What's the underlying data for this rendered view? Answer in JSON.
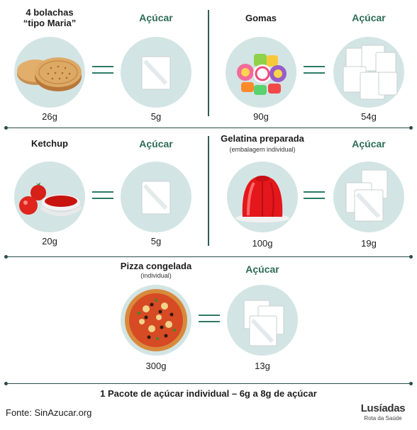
{
  "colors": {
    "circle_bg": "#d3e4e4",
    "accent_green": "#2c6b57",
    "divider": "#2a4d48"
  },
  "items": [
    {
      "food_label_line1": "4 bolachas",
      "food_label_line2": "“tipo Maria”",
      "food_icon": "biscuits-icon",
      "food_weight": "26g",
      "sugar_label": "Açúcar",
      "sugar_weight": "5g"
    },
    {
      "food_label_line1": "Gomas",
      "food_icon": "gummies-icon",
      "food_weight": "90g",
      "sugar_label": "Açúcar",
      "sugar_weight": "54g"
    },
    {
      "food_label_line1": "Ketchup",
      "food_icon": "ketchup-icon",
      "food_weight": "20g",
      "sugar_label": "Açúcar",
      "sugar_weight": "5g"
    },
    {
      "food_label_line1": "Gelatina preparada",
      "food_sublabel": "(embalagem individual)",
      "food_icon": "jelly-icon",
      "food_weight": "100g",
      "sugar_label": "Açúcar",
      "sugar_weight": "19g"
    },
    {
      "food_label_line1": "Pizza congelada",
      "food_sublabel": "(individual)",
      "food_icon": "pizza-icon",
      "food_weight": "300g",
      "sugar_label": "Açúcar",
      "sugar_weight": "13g"
    }
  ],
  "footer": {
    "note": "1 Pacote de açúcar individual – 6g a 8g de açúcar",
    "source": "Fonte: SinAzucar.org",
    "logo_name": "Lusíadas",
    "logo_tagline": "Rota da Saúde"
  }
}
